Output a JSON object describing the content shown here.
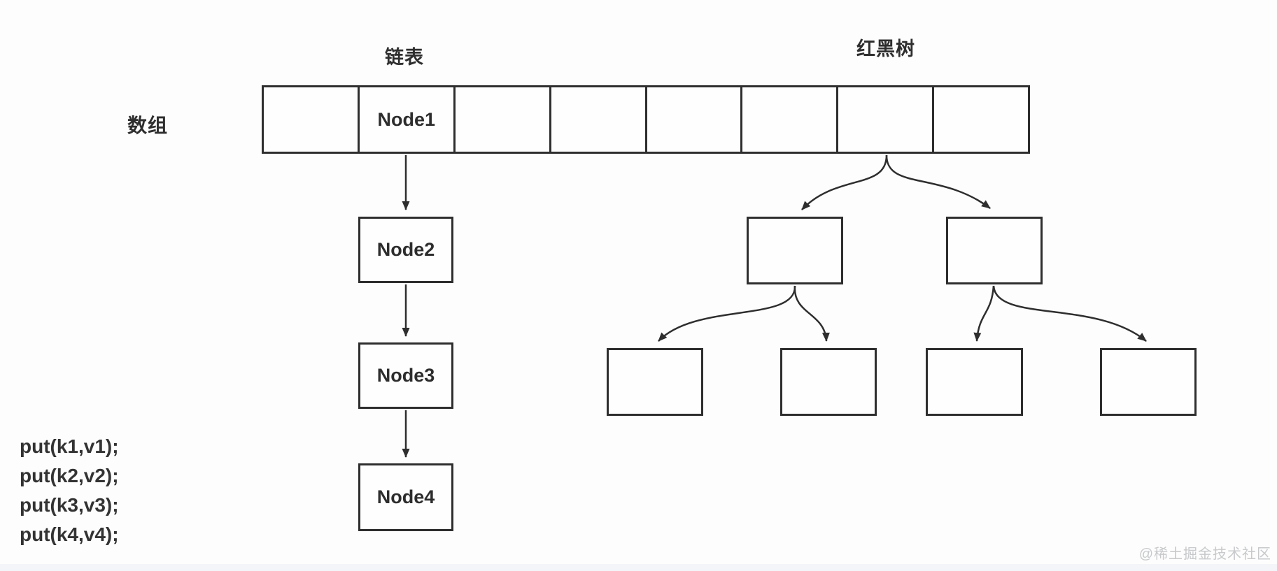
{
  "diagram": {
    "title_linked_list": "链表",
    "title_rbtree": "红黑树",
    "label_array": "数组",
    "array_cells": [
      {
        "label": ""
      },
      {
        "label": "Node1"
      },
      {
        "label": ""
      },
      {
        "label": ""
      },
      {
        "label": ""
      },
      {
        "label": ""
      },
      {
        "label": ""
      },
      {
        "label": ""
      }
    ],
    "list_nodes": [
      {
        "label": "Node2"
      },
      {
        "label": "Node3"
      },
      {
        "label": "Node4"
      }
    ],
    "tree_nodes": {
      "level1": [
        {
          "label": ""
        },
        {
          "label": ""
        }
      ],
      "leaves": [
        {
          "label": ""
        },
        {
          "label": ""
        },
        {
          "label": ""
        },
        {
          "label": ""
        }
      ]
    },
    "code_lines": [
      "put(k1,v1);",
      "put(k2,v2);",
      "put(k3,v3);",
      "put(k4,v4);"
    ],
    "watermark": "@稀土掘金技术社区",
    "colors": {
      "line": "#2e2e2e",
      "text": "#2d2d2d",
      "watermark": "#c7c9cb",
      "footer_strip": "#f3f5f8",
      "background": "#fdfdfd"
    }
  }
}
